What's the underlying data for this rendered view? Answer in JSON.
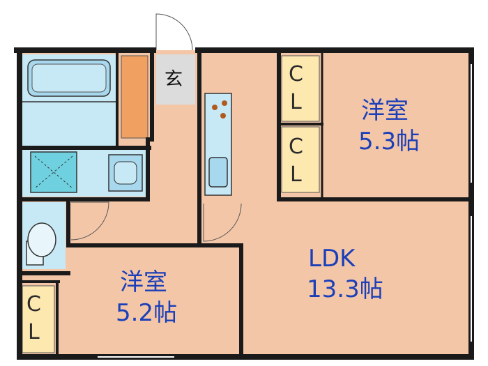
{
  "rooms": {
    "western_room_right": {
      "name": "洋室",
      "size": "5.3帖"
    },
    "western_room_left": {
      "name": "洋室",
      "size": "5.2帖"
    },
    "ldk": {
      "name": "LDK",
      "size": "13.3帖"
    }
  },
  "closets": {
    "letter_c": "C",
    "letter_l": "L"
  },
  "entrance": {
    "label": "玄"
  },
  "colors": {
    "wall": "#1a1a1a",
    "room_floor": "#f4c6a8",
    "closet_fill": "#fde8b0",
    "wet_area": "#c7e9f5",
    "fixture": "#a8d8ee",
    "genkan_floor": "#dcdcdc",
    "storage_orange": "#f0a060",
    "label_blue": "#1a3fb8"
  }
}
